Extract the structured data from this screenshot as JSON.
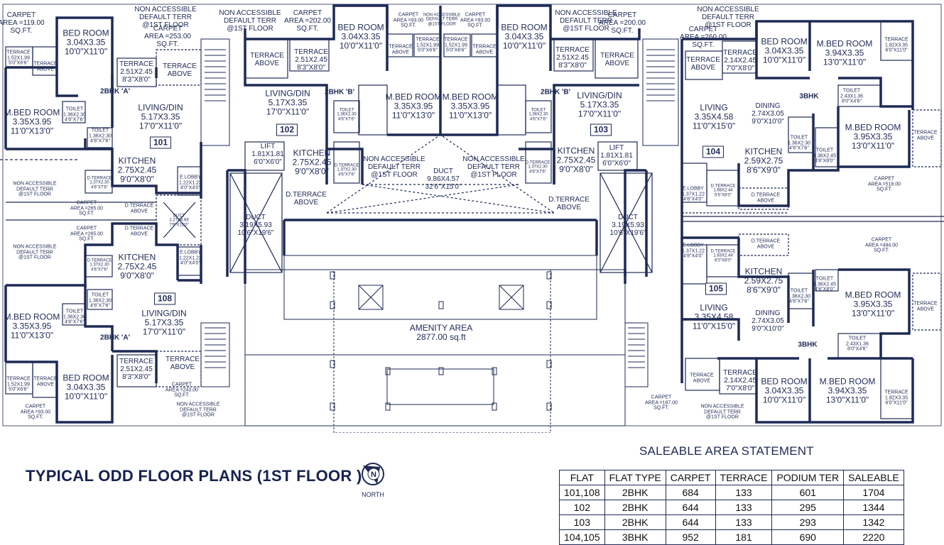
{
  "title": "TYPICAL ODD FLOOR PLANS (1ST FLOOR  )",
  "north_label": "NORTH",
  "north_letter": "N",
  "flats": {
    "f101": "101",
    "f102": "102",
    "f103": "103",
    "f104": "104",
    "f105": "105",
    "f108": "108"
  },
  "types": {
    "a1": "2BHK 'A'",
    "a2": "2BHK 'A'",
    "b1": "2BHK 'B'",
    "b2": "2BHK 'B'",
    "c1": "3BHK",
    "c2": "3BHK"
  },
  "rooms": {
    "carpet119": [
      "CARPET",
      "AREA =119.00",
      "SQ.FT."
    ],
    "nonacc_tl": [
      "NON ACCESSIBLE",
      "DEFAULT TERR",
      "@1ST FLOOR"
    ],
    "carpet253": [
      "CARPET",
      "AREA =253.00",
      "SQ.FT."
    ],
    "nonacc_t2": [
      "NON ACCESSIBLE",
      "DEFAULT TERR",
      "@1ST FLOOR"
    ],
    "carpet202": [
      "CARPET",
      "AREA =202.00",
      "SQ.FT."
    ],
    "bed102": [
      "BED ROOM",
      "3.04X3.35",
      "10'0\"X11'0\""
    ],
    "carpet93a": [
      "CARPET",
      "AREA =93.00",
      "SQ.FT."
    ],
    "nonacc_small": [
      "NON ACCESSIBLE",
      "DEFAULT TERR",
      "@1ST FLOOR"
    ],
    "carpet93b": [
      "CARPET",
      "AREA =93.00",
      "SQ.FT."
    ],
    "bed103": [
      "BED ROOM",
      "3.04X3.35",
      "10'0\"X11'0\""
    ],
    "nonacc_t3": [
      "NON ACCESSIBLE",
      "DEFAULT TERR",
      "@1ST FLOOR"
    ],
    "carpet200": [
      "CARPET",
      "AREA =200.00",
      "SQ.FT."
    ],
    "carpet260": [
      "CARPET",
      "AREA =260.00",
      "SQ.FT."
    ],
    "nonacc_tr": [
      "NON ACCESSIBLE",
      "DEFAULT TERR",
      "@1ST FLOOR"
    ],
    "bed101": [
      "BED ROOM",
      "3.04X3.35",
      "10'0\"X11'0\""
    ],
    "ter101a": [
      "TERRACE",
      "1.52X1.99",
      "5'0\"X6'6\""
    ],
    "terabove101a": [
      "TERRACE",
      "ABOVE"
    ],
    "ter101b": [
      "TERRACE",
      "2.51X2.45",
      "8'3\"X8'0\""
    ],
    "terabove101b": [
      "TERRACE",
      "ABOVE"
    ],
    "terabove102": [
      "TERRACE",
      "ABOVE"
    ],
    "ter102": [
      "TERRACE",
      "2.51X2.45",
      "8'3\"X8'0\""
    ],
    "ter102s": [
      "TERRACE",
      "1.52X1.99",
      "5'0\"X6'6\""
    ],
    "terabove102s": [
      "TERRACE",
      "ABOVE"
    ],
    "ter103s": [
      "TERRACE",
      "1.52X1.99",
      "5'0\"X6'6\""
    ],
    "terabove103s": [
      "TERRACE",
      "ABOVE"
    ],
    "ter103": [
      "TERRACE",
      "2.51X2.45",
      "8'3\"X8'0\""
    ],
    "terabove103": [
      "TERRACE",
      "ABOVE"
    ],
    "terabove104": [
      "TERRACE",
      "ABOVE"
    ],
    "ter104": [
      "TERRACE",
      "2.14X2.45",
      "7'0\"X8'0\""
    ],
    "bed104": [
      "BED ROOM",
      "3.04X3.35",
      "10'0\"X11'0\""
    ],
    "mbed104": [
      "M.BED ROOM",
      "3.94X3.35",
      "13'0\"X11'0\""
    ],
    "ter104b": [
      "TERRACE",
      "1.82X3.35",
      "6'0\"X11'0\""
    ],
    "mbed101": [
      "M.BED ROOM",
      "3.35X3.95",
      "11'0\"X13'0\""
    ],
    "toilet101a": [
      "TOILET",
      "1.36X2.30",
      "4'6\"X7'6\""
    ],
    "toilet101b": [
      "TOILET",
      "1.36X2.30",
      "4'6\"X7'6\""
    ],
    "living101": [
      "LIVING/DIN",
      "5.17X3.35",
      "17'0\"X11'0\""
    ],
    "kitchen101": [
      "KITCHEN",
      "2.75X2.45",
      "9'0\"X8'0\""
    ],
    "dter101": [
      "D.TERRACE",
      "1.37X2.30",
      "4'6\"X7'6\""
    ],
    "elobby101": [
      "E.LOBBY",
      "1.22X1.23",
      "4'0\"X4'0\""
    ],
    "nonacc_l1": [
      "NON ACCESSIBLE",
      "DEFAULT TERR",
      "@1ST FLOOR"
    ],
    "carpet265a": [
      "CARPET",
      "AREA =265.00",
      "SQ.FT."
    ],
    "dterabove1": [
      "D.TERRACE",
      "ABOVE"
    ],
    "duct_small": [
      "DUCT",
      "2.27X4.68",
      "7'6\"X15'0\""
    ],
    "carpet265b": [
      "CARPET",
      "AREA =265.00",
      "SQ.FT."
    ],
    "dterabove2": [
      "D.TERRACE",
      "ABOVE"
    ],
    "living102": [
      "LIVING/DIN",
      "5.17X3.35",
      "17'0\"X11'0\""
    ],
    "toilet102": [
      "TOILET",
      "1.36X2.30",
      "4'6\"X7'6\""
    ],
    "mbed102": [
      "M.BED ROOM",
      "3.35X3.95",
      "11'0\"X13'0\""
    ],
    "mbed103": [
      "M.BED ROOM",
      "3.35X3.95",
      "11'0\"X13'0\""
    ],
    "toilet103": [
      "TOILET",
      "1.36X2.30",
      "4'6\"X7'6\""
    ],
    "living103": [
      "LIVING/DIN",
      "5.17X3.35",
      "17'0\"X11'0\""
    ],
    "lift102": [
      "LIFT",
      "1.81X1.81",
      "6'0\"X6'0\""
    ],
    "kitchen102": [
      "KITCHEN",
      "2.75X2.45",
      "9'0\"X8'0\""
    ],
    "dter102": [
      "D.TERRACE",
      "1.37X2.30",
      "4'6\"X7'6\""
    ],
    "nonacc_c1": [
      "NON ACCESSIBLE",
      "DEFAULT TERR",
      "@1ST FLOOR"
    ],
    "duct_center": [
      "DUCT",
      "9.86X4.57",
      "32'6\"X15'0\""
    ],
    "nonacc_c2": [
      "NON ACCESSIBLE",
      "DEFAULT TERR",
      "@1ST FLOOR"
    ],
    "dter103": [
      "D.TERRACE",
      "1.37X2.30",
      "4'6\"X7'6\""
    ],
    "kitchen103": [
      "KITCHEN",
      "2.75X2.45",
      "9'0\"X8'0\""
    ],
    "lift103": [
      "LIFT",
      "1.81X1.81",
      "6'0\"X6'0\""
    ],
    "living104": [
      "LIVING",
      "3.35X4.58",
      "11'0\"X15'0\""
    ],
    "dining104": [
      "DINING",
      "2.74X3.05",
      "9'0\"X10'0\""
    ],
    "toilet104a": [
      "TOILET",
      "2.43X1.36",
      "8'0\"X4'6\""
    ],
    "mbed104b": [
      "M.BED ROOM",
      "3.95X3.35",
      "13'0\"X11'0\""
    ],
    "terabove104r": [
      "TERRACE",
      "ABOVE"
    ],
    "toilet104b": [
      "TOILET",
      "1.36X2.30",
      "4'6\"X7'6\""
    ],
    "toilet104c": [
      "TOILET",
      "1.36X2.45",
      "4'6\"X8'0\""
    ],
    "kitchen104": [
      "KITCHEN",
      "2.59X2.75",
      "8'6\"X9'0\""
    ],
    "dter104": [
      "D.TERRACE",
      "1.68X2.44",
      "5'6\"X8'0\""
    ],
    "dterabove104": [
      "D.TERRACE",
      "ABOVE"
    ],
    "elobby104": [
      "E.LOBBY",
      "1.37X1.22",
      "4'6\"X4'0\""
    ],
    "carpet518": [
      "CARPET",
      "AREA =518.00",
      "SQ.FT."
    ],
    "duct_left": [
      "DUCT",
      "3.19X5.93",
      "10'6\"X19'6\""
    ],
    "dterabove102": [
      "D.TERRACE",
      "ABOVE"
    ],
    "dterabove103": [
      "D.TERRACE",
      "ABOVE"
    ],
    "duct_right": [
      "DUCT",
      "3.19X5.93",
      "10'6\"X19'6\""
    ],
    "kitchen108": [
      "KITCHEN",
      "2.75X2.45",
      "9'0\"X8'0\""
    ],
    "dter108": [
      "D.TERRACE",
      "1.37X2.30",
      "4'6\"X7'6\""
    ],
    "elobby108": [
      "E.LOBBY",
      "1.22X1.23",
      "4'0\"X4'0\""
    ],
    "nonacc_l2": [
      "NON ACCESSIBLE",
      "DEFAULT TERR",
      "@1ST FLOOR"
    ],
    "toilet108a": [
      "TOILET",
      "1.36X2.30",
      "4'6\"X7'6\""
    ],
    "toilet108b": [
      "TOILET",
      "1.36X2.30",
      "4'6\"X7'6\""
    ],
    "mbed108": [
      "M.BED ROOM",
      "3.35X3.95",
      "11'0\"X13'0\""
    ],
    "living108": [
      "LIVING/DIN",
      "5.17X3.35",
      "17'0\"X11'0\""
    ],
    "ter108a": [
      "TERRACE",
      "1.52X1.99",
      "5'0\"X6'6\""
    ],
    "terabove108a": [
      "TERRACE",
      "ABOVE"
    ],
    "bed108": [
      "BED ROOM",
      "3.04X3.35",
      "10'0\"X11'0\""
    ],
    "ter108b": [
      "TERRACE",
      "2.51X2.45",
      "8'3\"X8'0\""
    ],
    "terabove108b": [
      "TERRACE",
      "ABOVE"
    ],
    "carpet243": [
      "CARPET",
      "AREA =243.00",
      "SQ.FT."
    ],
    "carpet93c": [
      "CARPET",
      "AREA =93.00",
      "SQ.FT."
    ],
    "nonacc_b1": [
      "NON ACCESSIBLE",
      "DEFAULT TERR",
      "@1ST FLOOR"
    ],
    "amenity": [
      "AMENITY AREA",
      "2877.00 sq.ft"
    ],
    "elobby105": [
      "E.LOBBY",
      "1.37X1.22",
      "4'6\"X4'0\""
    ],
    "dter105": [
      "D.TERRACE",
      "1.83X2.44",
      "6'0\"X8'0\""
    ],
    "dterabove105": [
      "D.TERRACE",
      "ABOVE"
    ],
    "carpet494": [
      "CARPET",
      "AREA =494.00",
      "SQ.FT."
    ],
    "kitchen105": [
      "KITCHEN",
      "2.59X2.75",
      "8'6\"X9'0\""
    ],
    "toilet105a": [
      "TOILET",
      "1.36X2.45",
      "4'6\"X8'0\""
    ],
    "toilet105b": [
      "TOILET",
      "1.36X2.30",
      "4'6\"X7'6\""
    ],
    "mbed105": [
      "M.BED ROOM",
      "3.95X3.35",
      "13'0\"X11'0\""
    ],
    "terabove105r": [
      "TERRACE",
      "ABOVE"
    ],
    "living105": [
      "LIVING",
      "3.35X4.58",
      "11'0\"X15'0\""
    ],
    "dining105": [
      "DINING",
      "2.74X3.05",
      "9'0\"X10'0\""
    ],
    "toilet105c": [
      "TOILET",
      "2.43X1.36",
      "8'0\"X4'6\""
    ],
    "terabove105": [
      "TERRACE",
      "ABOVE"
    ],
    "ter105": [
      "TERRACE",
      "2.14X2.45",
      "7'0\"X8'0\""
    ],
    "bed105": [
      "BED ROOM",
      "3.04X3.35",
      "10'0\"X11'0\""
    ],
    "mbed105b": [
      "M.BED ROOM",
      "3.94X3.35",
      "13'0\"X11'0\""
    ],
    "ter105b": [
      "TERRACE",
      "1.82X3.35",
      "6'0\"X11'0\""
    ],
    "carpet187": [
      "CARPET",
      "AREA =187.00",
      "SQ.FT."
    ],
    "nonacc_b2": [
      "NON ACCESSIBLE",
      "DEFAULT TERR",
      "@1ST FLOOR"
    ]
  },
  "saleable": {
    "title": "SALEABLE AREA STATEMENT",
    "headers": [
      "FLAT",
      "FLAT TYPE",
      "CARPET",
      "TERRACE",
      "PODIUM TER",
      "SALEABLE"
    ],
    "rows": [
      [
        "101,108",
        "2BHK",
        "684",
        "133",
        "601",
        "1704"
      ],
      [
        "102",
        "2BHK",
        "644",
        "133",
        "295",
        "1344"
      ],
      [
        "103",
        "2BHK",
        "644",
        "133",
        "293",
        "1342"
      ],
      [
        "104,105",
        "3BHK",
        "952",
        "181",
        "690",
        "2220"
      ]
    ]
  },
  "colors": {
    "wall": "#1e2a55",
    "text": "#1e2a55",
    "background": "#ffffff"
  }
}
